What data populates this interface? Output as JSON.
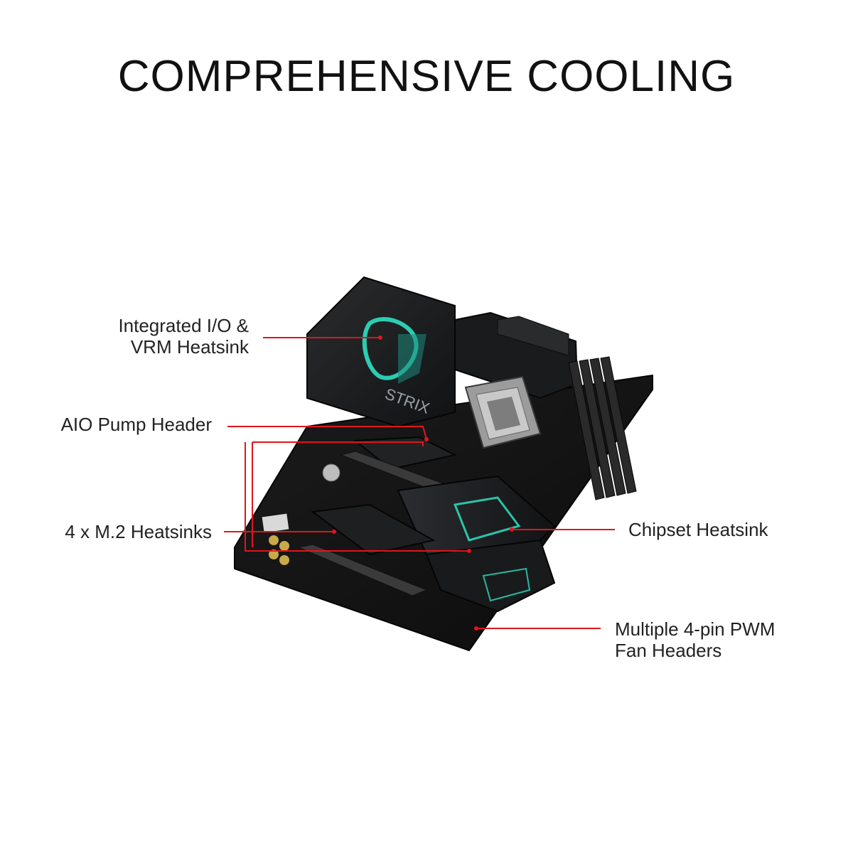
{
  "title": "COMPREHENSIVE COOLING",
  "callouts": {
    "io_vrm": {
      "line1": "Integrated I/O &",
      "line2": "VRM Heatsink"
    },
    "aio": {
      "line1": "AIO Pump Header"
    },
    "m2": {
      "line1": "4 x M.2 Heatsinks"
    },
    "chipset": {
      "line1": "Chipset Heatsink"
    },
    "fan": {
      "line1": "Multiple 4-pin PWM",
      "line2": "Fan Headers"
    }
  },
  "colors": {
    "callout_line": "#e0151b",
    "board": "#141414",
    "heatsink": "#202224",
    "accent": "#2ee0c0"
  },
  "board_print": {
    "strix": "STRIX"
  }
}
